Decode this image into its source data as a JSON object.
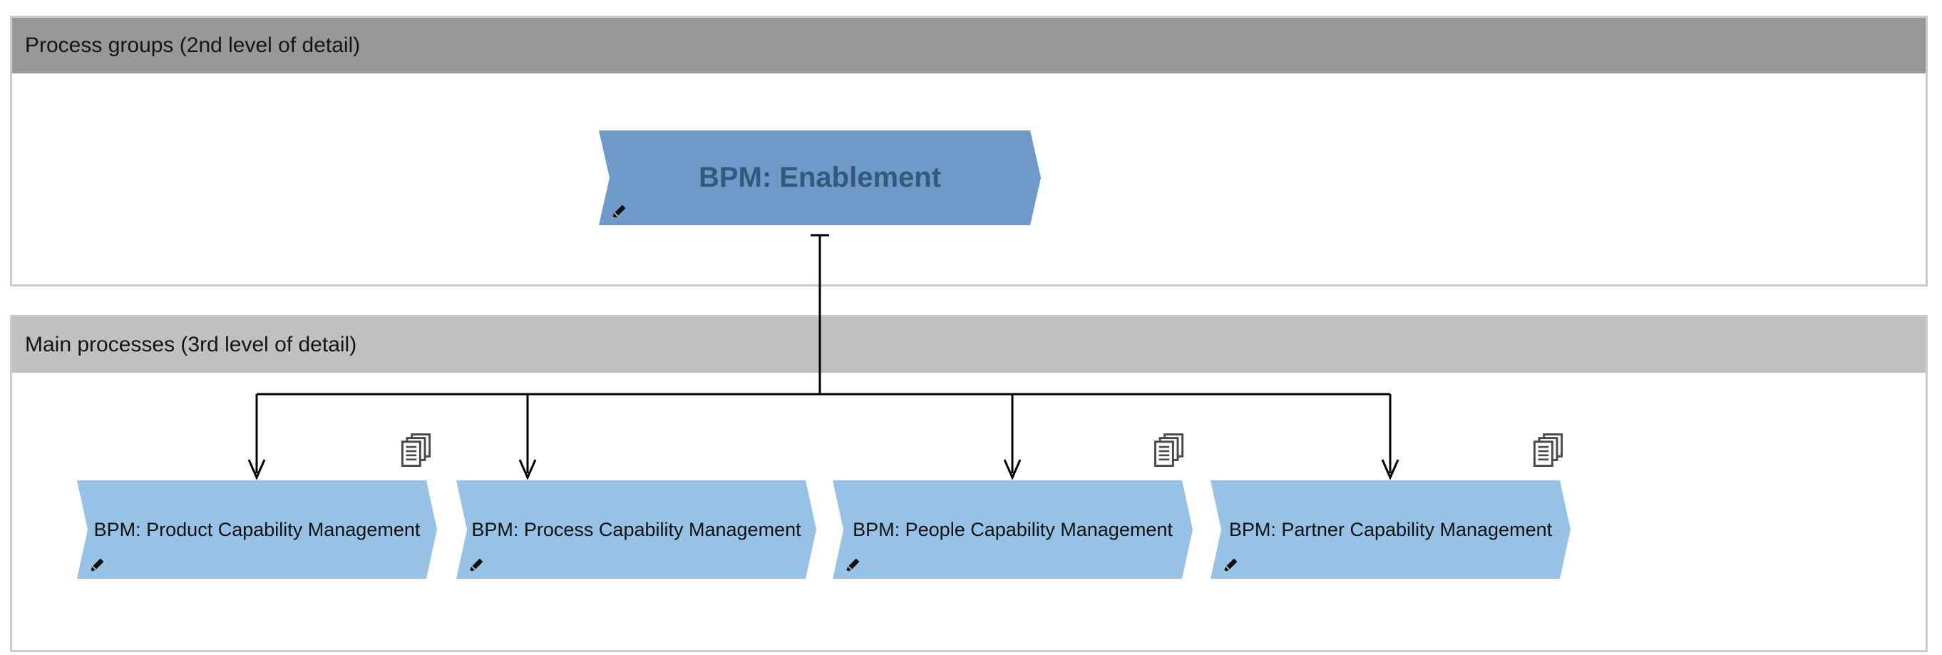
{
  "diagram": {
    "type": "bpm-process-landscape",
    "lanes": [
      {
        "id": "process-groups",
        "title": "Process groups (2nd level of detail)"
      },
      {
        "id": "main-processes",
        "title": "Main processes (3rd level of detail)"
      }
    ],
    "parent_process": {
      "label": "BPM: Enablement",
      "lane": "process-groups",
      "editable": true
    },
    "child_processes": [
      {
        "label": "BPM: Product Capability Management",
        "lane": "main-processes",
        "editable": true,
        "documents_icon": true
      },
      {
        "label": "BPM: Process Capability Management",
        "lane": "main-processes",
        "editable": true,
        "documents_icon": false
      },
      {
        "label": "BPM: People Capability Management",
        "lane": "main-processes",
        "editable": true,
        "documents_icon": true
      },
      {
        "label": "BPM: Partner Capability Management",
        "lane": "main-processes",
        "editable": true,
        "documents_icon": true
      }
    ],
    "connections": {
      "from": "BPM: Enablement",
      "to": [
        "BPM: Product Capability Management",
        "BPM: Process Capability Management",
        "BPM: People Capability Management",
        "BPM: Partner Capability Management"
      ],
      "style": "orthogonal-arrow-down"
    },
    "colors": {
      "lane1_header": "#989898",
      "lane2_header": "#c0c0c0",
      "lane_border": "#cbcbcb",
      "parent_fill": "#6f99c8",
      "parent_text": "#35587d",
      "child_fill": "#97c2e5",
      "child_text": "#111111",
      "connector": "#000000",
      "icon_stroke": "#4a4a4a"
    }
  }
}
